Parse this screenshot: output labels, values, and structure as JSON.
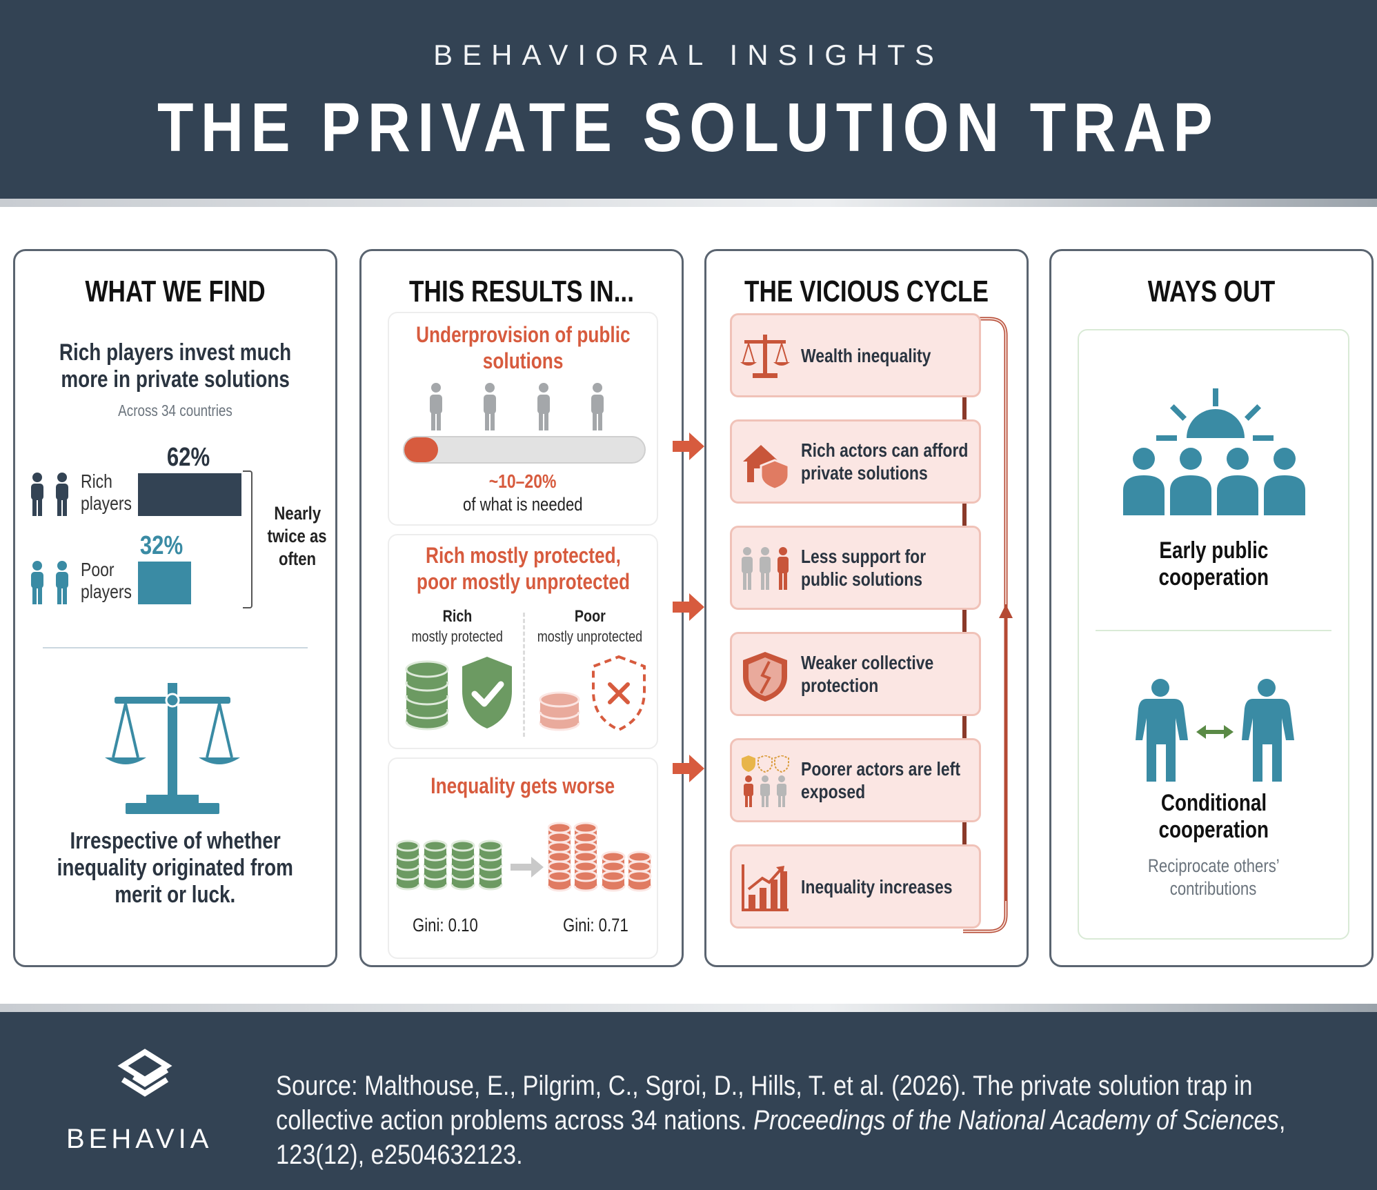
{
  "header": {
    "kicker": "BEHAVIORAL INSIGHTS",
    "title": "THE PRIVATE SOLUTION TRAP"
  },
  "panel1": {
    "title": "WHAT WE FIND",
    "headline_line1": "Rich players invest much",
    "headline_line2": "more in private solutions",
    "subtitle": "Across 34 countries",
    "rich": {
      "label_line1": "Rich",
      "label_line2": "players",
      "percent_label": "62%",
      "value": 62
    },
    "poor": {
      "label_line1": "Poor",
      "label_line2": "players",
      "percent_label": "32%",
      "value": 32
    },
    "comparison_line1": "Nearly",
    "comparison_line2": "twice as",
    "comparison_line3": "often",
    "footnote_line1": "Irrespective of whether",
    "footnote_line2": "inequality originated from",
    "footnote_line3": "merit or luck."
  },
  "panel2": {
    "title": "THIS RESULTS IN...",
    "card1": {
      "title_line1": "Underprovision of public",
      "title_line2": "solutions",
      "progress_fraction": 0.14,
      "range": "~10–20%",
      "note": "of what is needed"
    },
    "card2": {
      "title_line1": "Rich mostly protected,",
      "title_line2": "poor mostly unprotected",
      "rich_head": "Rich",
      "rich_sub": "mostly protected",
      "poor_head": "Poor",
      "poor_sub": "mostly unprotected"
    },
    "card3": {
      "title": "Inequality gets worse",
      "gini_before": "Gini: 0.10",
      "gini_after": "Gini: 0.71"
    }
  },
  "panel3": {
    "title": "THE VICIOUS CYCLE",
    "items": [
      {
        "line1": "Wealth inequality",
        "line2": "",
        "icon": "scale-icon"
      },
      {
        "line1": "Rich actors can afford",
        "line2": "private solutions",
        "icon": "house-shield-icon"
      },
      {
        "line1": "Less support for",
        "line2": "public solutions",
        "icon": "people-icon"
      },
      {
        "line1": "Weaker collective",
        "line2": "protection",
        "icon": "cracked-shield-icon"
      },
      {
        "line1": "Poorer actors are left",
        "line2": "exposed",
        "icon": "exposed-people-icon"
      },
      {
        "line1": "Inequality increases",
        "line2": "",
        "icon": "rising-chart-icon"
      }
    ]
  },
  "panel4": {
    "title": "WAYS OUT",
    "way1_line1": "Early public",
    "way1_line2": "cooperation",
    "way2_line1": "Conditional",
    "way2_line2": "cooperation",
    "way2_sub_line1": "Reciprocate others’",
    "way2_sub_line2": "contributions"
  },
  "footer": {
    "brand": "BEHAVIA",
    "source_plain": "Source: Malthouse, E., Pilgrim, C., Sgroi, D., Hills, T. et al. (2026). The private solution trap in collective action problems across 34 nations. ",
    "source_journal": "Proceedings of the National Academy of Sciences",
    "source_tail": ", 123(12), e2504632123."
  },
  "colors": {
    "navy": "#334354",
    "teal": "#3a8ba4",
    "orange": "#d75b3e",
    "green": "#6c9a62",
    "pink": "#fbe6e3"
  }
}
